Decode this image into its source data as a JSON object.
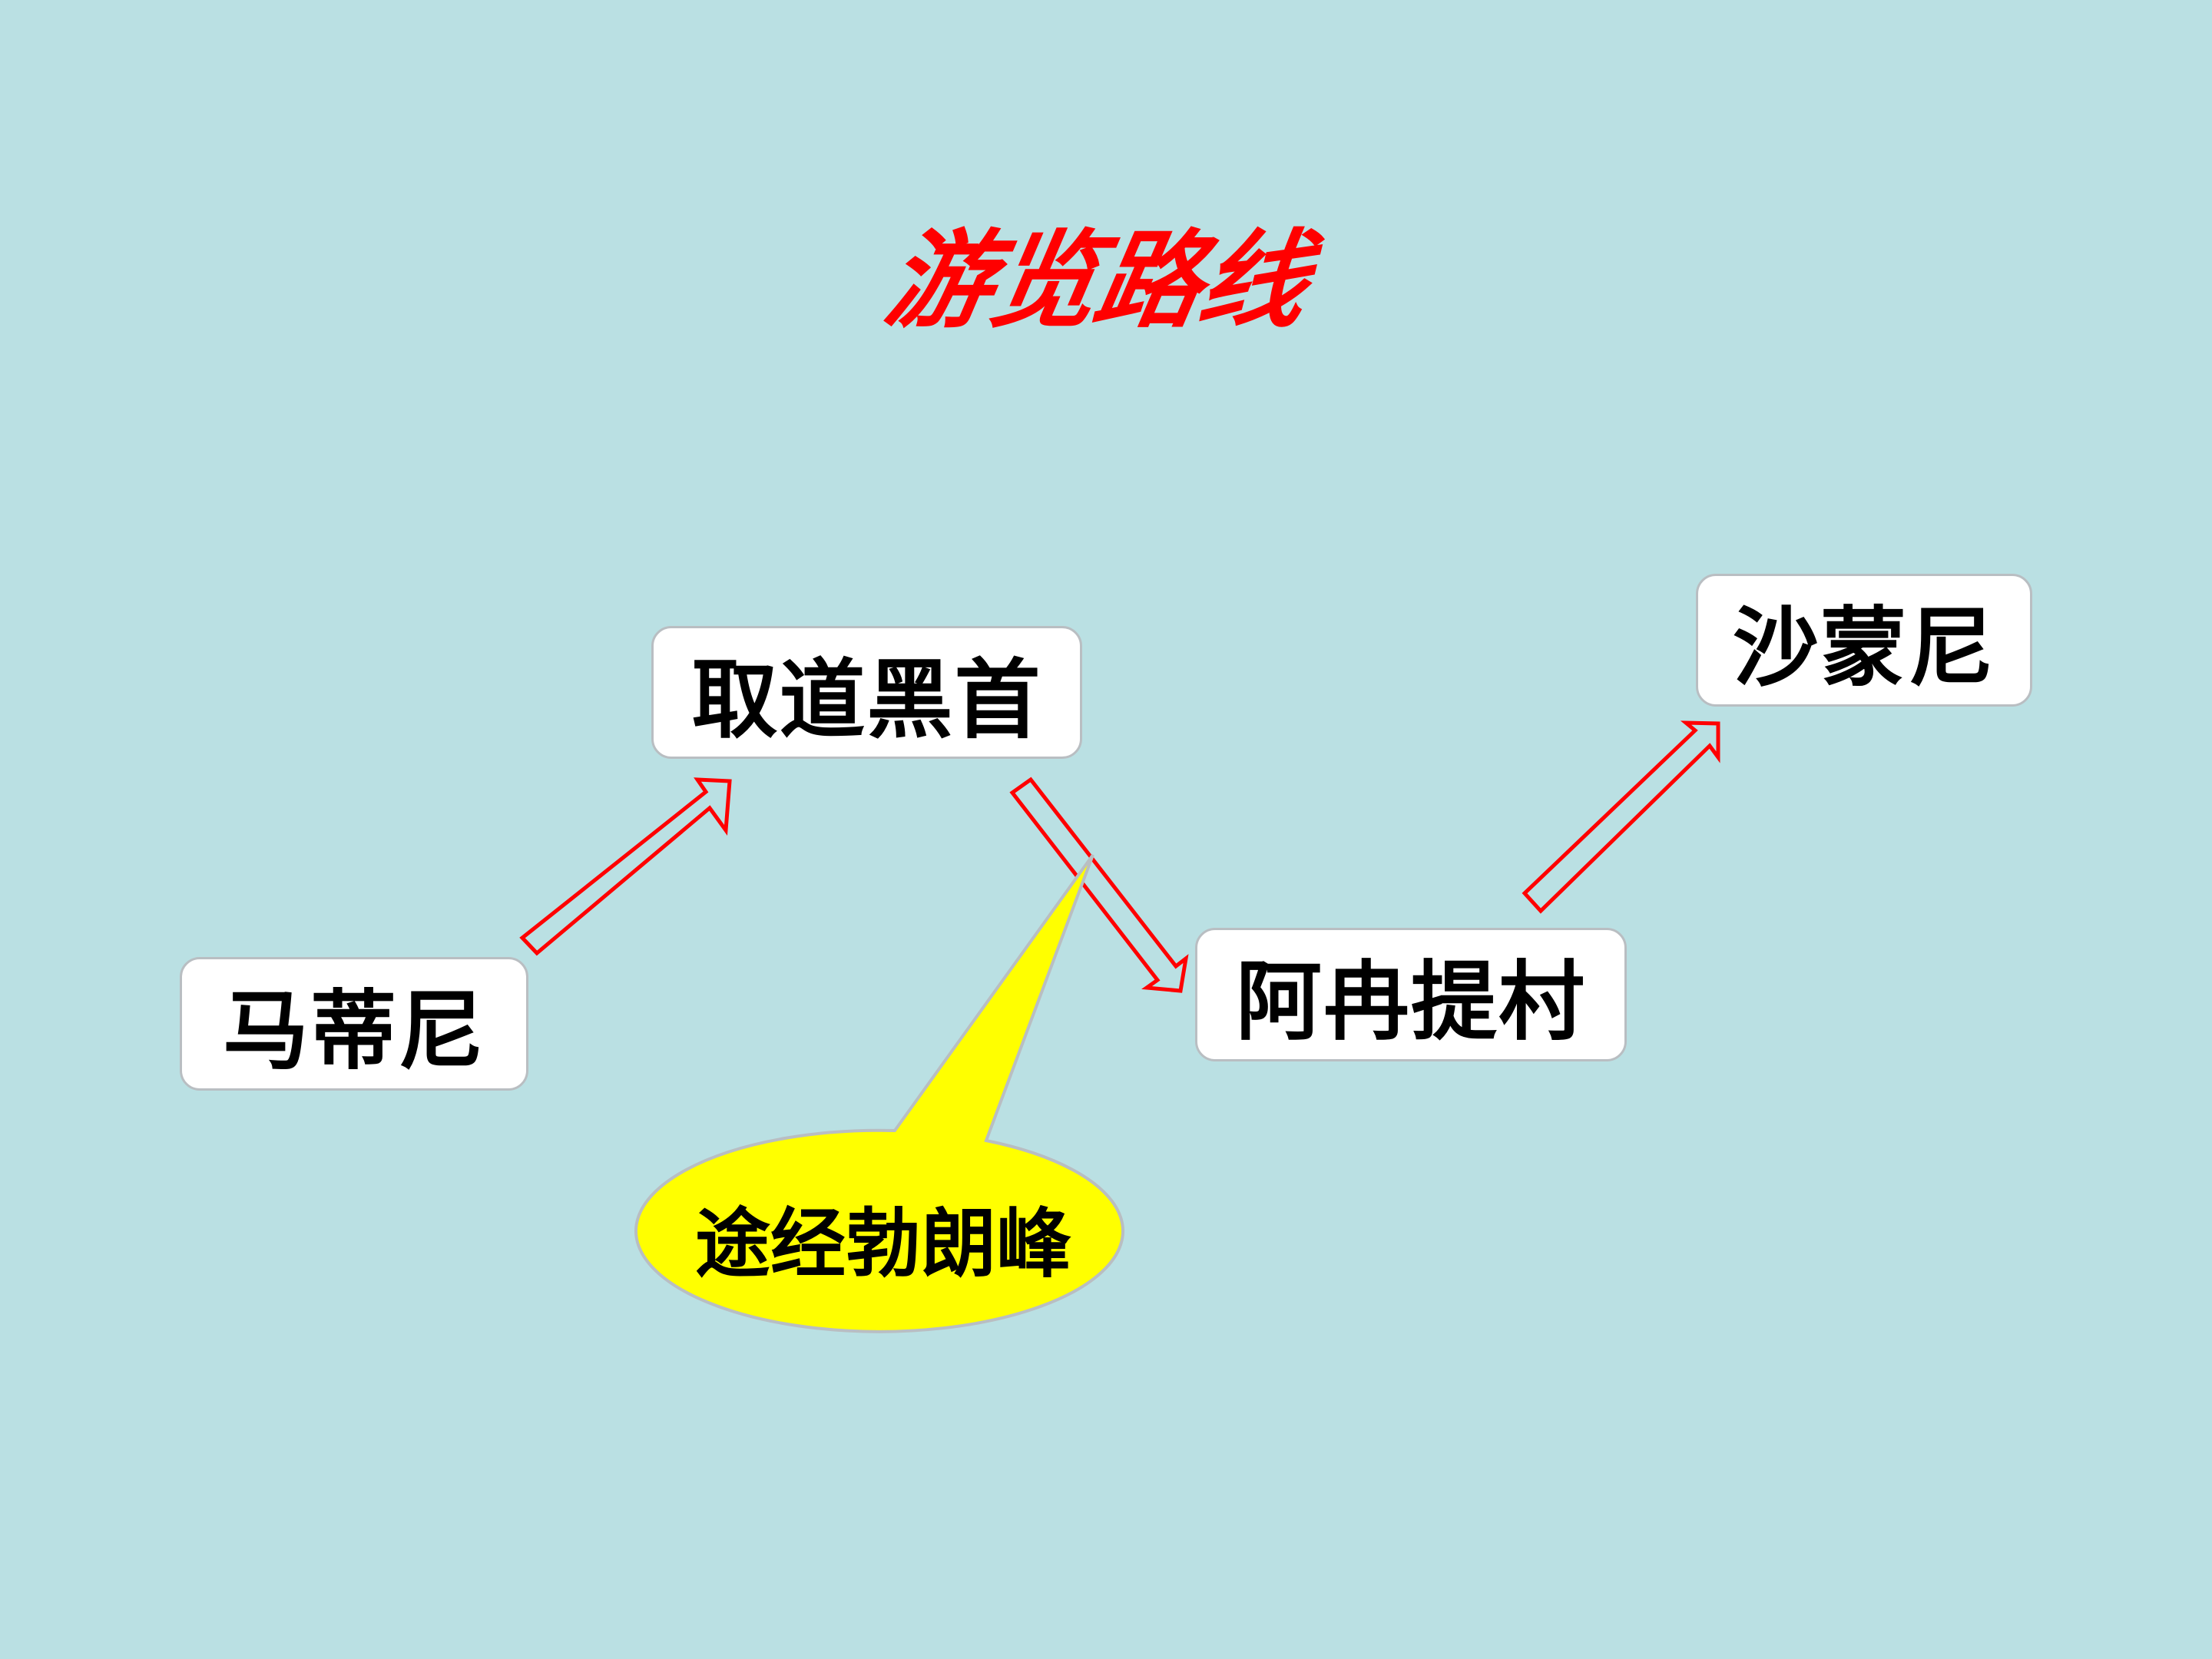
{
  "title": "游览路线",
  "colors": {
    "background": "#BAE0E3",
    "title": "#FF0000",
    "arrow_stroke": "#FF0000",
    "box_fill": "#FFFFFF",
    "box_border": "#B9BEC2",
    "callout_fill": "#FFFF00",
    "callout_border": "#B9BEC2"
  },
  "route": {
    "stops": [
      {
        "label": "马蒂尼"
      },
      {
        "label": "取道黑首"
      },
      {
        "label": "阿冉提村"
      },
      {
        "label": "沙蒙尼"
      }
    ],
    "arrows": [
      {
        "from": "马蒂尼",
        "to": "取道黑首",
        "direction": "up-right"
      },
      {
        "from": "取道黑首",
        "to": "阿冉提村",
        "direction": "down-right"
      },
      {
        "from": "阿冉提村",
        "to": "沙蒙尼",
        "direction": "up-right"
      }
    ]
  },
  "callout": {
    "text": "途经勃朗峰",
    "points_to": "取道黑首 → 阿冉提村"
  },
  "icons": {
    "arrow": "block-arrow-outline-icon",
    "callout": "speech-bubble-icon"
  }
}
